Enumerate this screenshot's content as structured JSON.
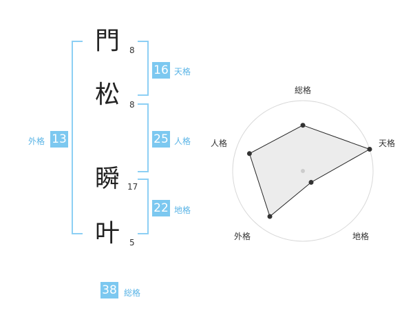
{
  "name": {
    "characters": [
      {
        "char": "門",
        "strokes": "8"
      },
      {
        "char": "松",
        "strokes": "8"
      },
      {
        "char": "瞬",
        "strokes": "17"
      },
      {
        "char": "叶",
        "strokes": "5"
      }
    ]
  },
  "fortunes": {
    "tenkaku": {
      "value": "16",
      "label": "天格"
    },
    "jinkaku": {
      "value": "25",
      "label": "人格"
    },
    "chikaku": {
      "value": "22",
      "label": "地格"
    },
    "gaikaku": {
      "value": "13",
      "label": "外格"
    },
    "soukaku": {
      "value": "38",
      "label": "総格"
    }
  },
  "colors": {
    "accent": "#7cc8f0",
    "label": "#5ab4e6",
    "bracket": "#8ccff4"
  },
  "chart_data": {
    "type": "radar",
    "axes": [
      "総格",
      "天格",
      "地格",
      "外格",
      "人格"
    ],
    "values": [
      0.65,
      1.0,
      0.2,
      0.8,
      0.8
    ],
    "range": [
      0,
      1
    ],
    "rings": 5
  }
}
